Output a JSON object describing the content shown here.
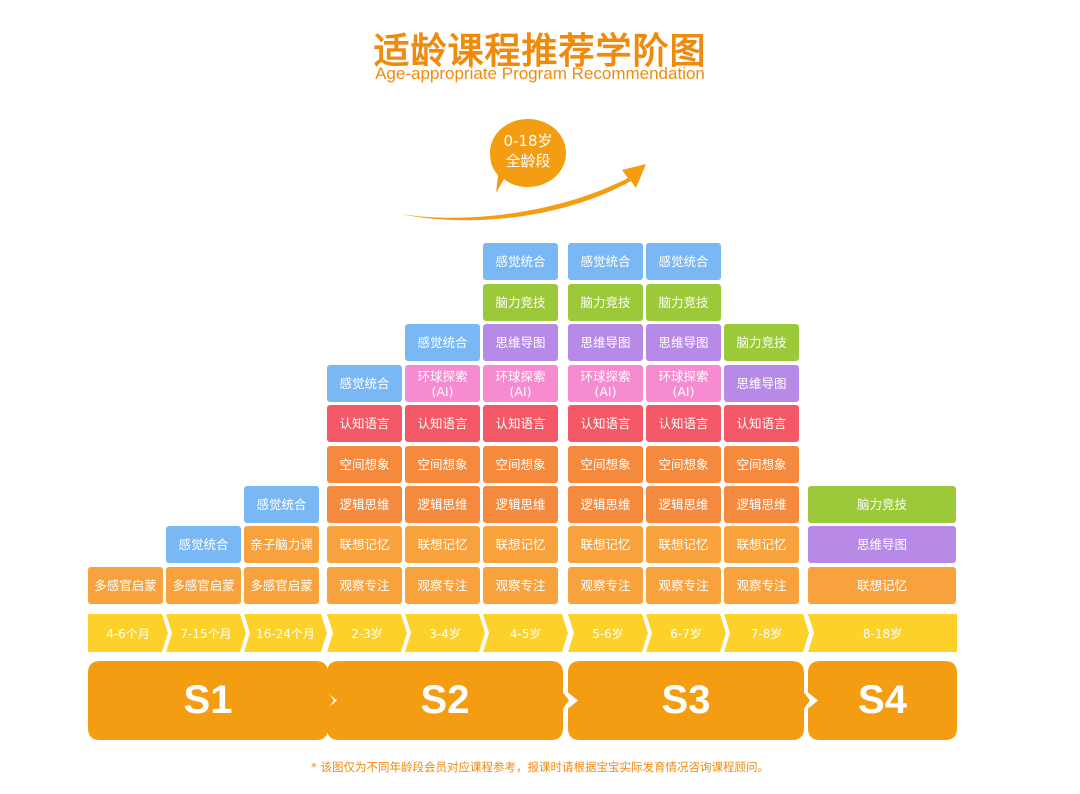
{
  "header": {
    "title": "适龄课程推荐学阶图",
    "subtitle": "Age-appropriate Program Recommendation",
    "bubble_line1": "0-18岁",
    "bubble_line2": "全龄段"
  },
  "colors": {
    "accent": "#f08a0c",
    "stage": "#f49d12",
    "age_bar": "#fcd22a",
    "sensory": "#7ab8f5",
    "brain_competition": "#9bc93a",
    "mind_map": "#b88ae8",
    "global_explore": "#f78bd0",
    "cognitive_language": "#f25865",
    "spatial_logic": "#f58a3e",
    "memory_observation": "#f7a23d"
  },
  "ages": [
    "4-6个月",
    "7-15个月",
    "16-24个月",
    "2-3岁",
    "3-4岁",
    "4-5岁",
    "5-6岁",
    "6-7岁",
    "7-8岁",
    "8-18岁"
  ],
  "stages": [
    "S1",
    "S2",
    "S3",
    "S4"
  ],
  "columns": [
    {
      "courses": [
        "多感官启蒙"
      ]
    },
    {
      "courses": [
        "多感官启蒙",
        "感觉统合"
      ]
    },
    {
      "courses": [
        "多感官启蒙",
        "亲子脑力课",
        "感觉统合"
      ]
    },
    {
      "courses": [
        "观察专注",
        "联想记忆",
        "逻辑思维",
        "空间想象",
        "认知语言",
        "感觉统合"
      ]
    },
    {
      "courses": [
        "观察专注",
        "联想记忆",
        "逻辑思维",
        "空间想象",
        "认知语言",
        "环球探索\n(AI)",
        "感觉统合"
      ]
    },
    {
      "courses": [
        "观察专注",
        "联想记忆",
        "逻辑思维",
        "空间想象",
        "认知语言",
        "环球探索\n(AI)",
        "思维导图",
        "脑力竞技",
        "感觉统合"
      ]
    },
    {
      "courses": [
        "观察专注",
        "联想记忆",
        "逻辑思维",
        "空间想象",
        "认知语言",
        "环球探索\n(AI)",
        "思维导图",
        "脑力竞技",
        "感觉统合"
      ]
    },
    {
      "courses": [
        "观察专注",
        "联想记忆",
        "逻辑思维",
        "空间想象",
        "认知语言",
        "环球探索\n(AI)",
        "思维导图",
        "脑力竞技",
        "感觉统合"
      ]
    },
    {
      "courses": [
        "观察专注",
        "联想记忆",
        "逻辑思维",
        "空间想象",
        "认知语言",
        "思维导图",
        "脑力竞技"
      ]
    },
    {
      "courses": [
        "联想记忆",
        "思维导图",
        "脑力竞技"
      ]
    }
  ],
  "footnote": "* 该图仅为不同年龄段会员对应课程参考，报课时请根据宝宝实际发育情况咨询课程顾问。"
}
